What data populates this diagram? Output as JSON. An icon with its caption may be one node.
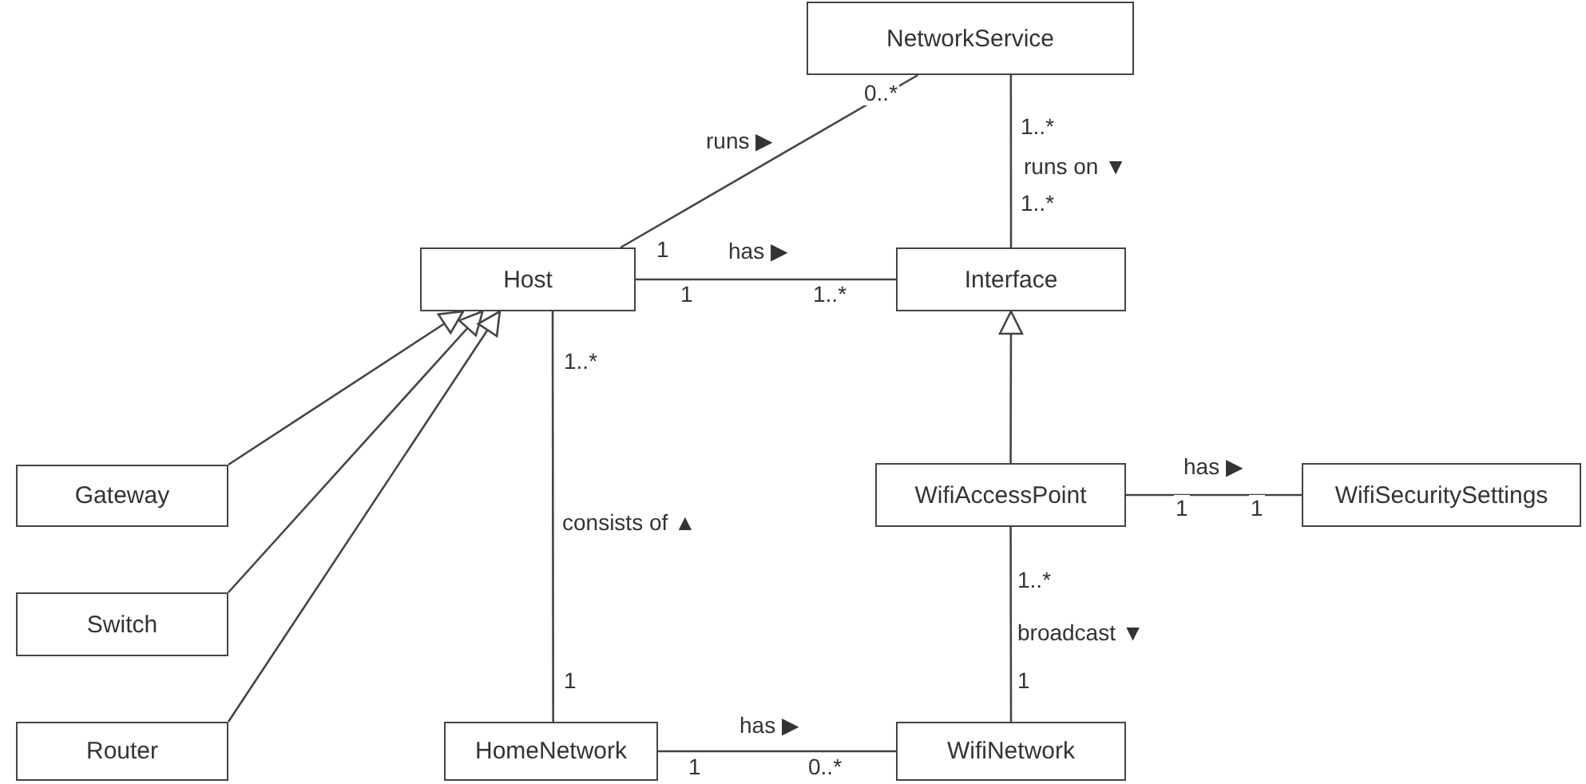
{
  "diagram": {
    "nodes": [
      {
        "text": [
          "NetworkService"
        ]
      },
      {
        "text": [
          "Host"
        ]
      },
      {
        "text": [
          "Interface"
        ]
      },
      {
        "text": [
          "Gateway"
        ]
      },
      {
        "text": [
          "Switch"
        ]
      },
      {
        "text": [
          "Router"
        ]
      },
      {
        "text": [
          "WifiAccessPoint"
        ]
      },
      {
        "text": [
          "WifiSecuritySettings"
        ]
      },
      {
        "text": [
          "HomeNetwork"
        ]
      },
      {
        "text": [
          "WifiNetwork"
        ]
      }
    ],
    "edges": [
      {
        "from": 1,
        "to": 0,
        "arrow": "none",
        "label": "runs ▶"
      },
      {
        "from": 1,
        "to": 2,
        "arrow": "none",
        "label": "has ▶"
      },
      {
        "from": 2,
        "to": 0,
        "arrow": "none",
        "label": "runs on ▼"
      },
      {
        "from": 3,
        "to": 1,
        "arrow": "to"
      },
      {
        "from": 4,
        "to": 1,
        "arrow": "to"
      },
      {
        "from": 5,
        "to": 1,
        "arrow": "to"
      },
      {
        "from": 6,
        "to": 2,
        "arrow": "to"
      },
      {
        "from": 6,
        "to": 7,
        "arrow": "none",
        "label": "has ▶"
      },
      {
        "from": 8,
        "to": 1,
        "arrow": "none",
        "label": "consists of ▲"
      },
      {
        "from": 6,
        "to": 9,
        "arrow": "none",
        "label": "broadcast ▼"
      },
      {
        "from": 8,
        "to": 9,
        "arrow": "none",
        "label": "has ▶"
      }
    ],
    "labels": [
      "0..*",
      "1..*",
      "1..*",
      "1",
      "1",
      "1..*",
      "1..*",
      "1",
      "1",
      "1..*",
      "1",
      "1",
      "1",
      "0..*"
    ]
  }
}
